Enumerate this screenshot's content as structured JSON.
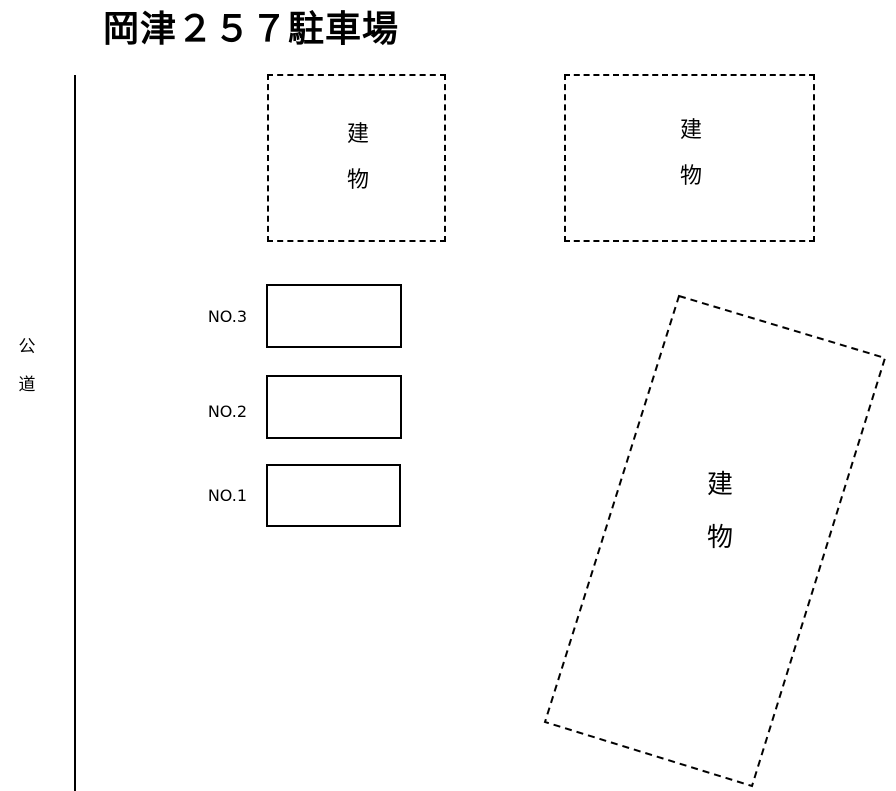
{
  "title": "岡津２５７駐車場",
  "road": {
    "label": "公\n道"
  },
  "buildings": [
    {
      "label": "建\n物"
    },
    {
      "label": "建\n物"
    },
    {
      "label": "建\n物"
    }
  ],
  "parking_spaces": [
    {
      "label": "NO.3"
    },
    {
      "label": "NO.2"
    },
    {
      "label": "NO.1"
    }
  ]
}
